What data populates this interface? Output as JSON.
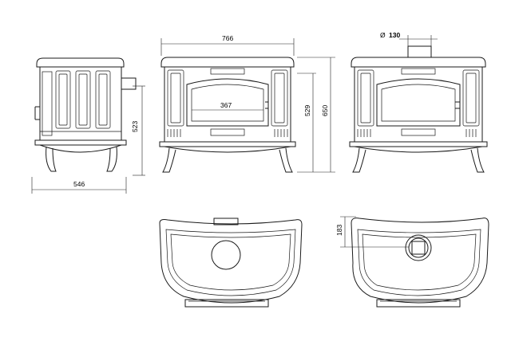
{
  "dimensions": {
    "width": "766",
    "side_height": "523",
    "depth": "546",
    "total_height": "650",
    "mid_height": "529",
    "glass_width": "367",
    "flue_diameter": "130",
    "flue_offset": "183"
  },
  "symbols": {
    "diameter": "Ø"
  }
}
